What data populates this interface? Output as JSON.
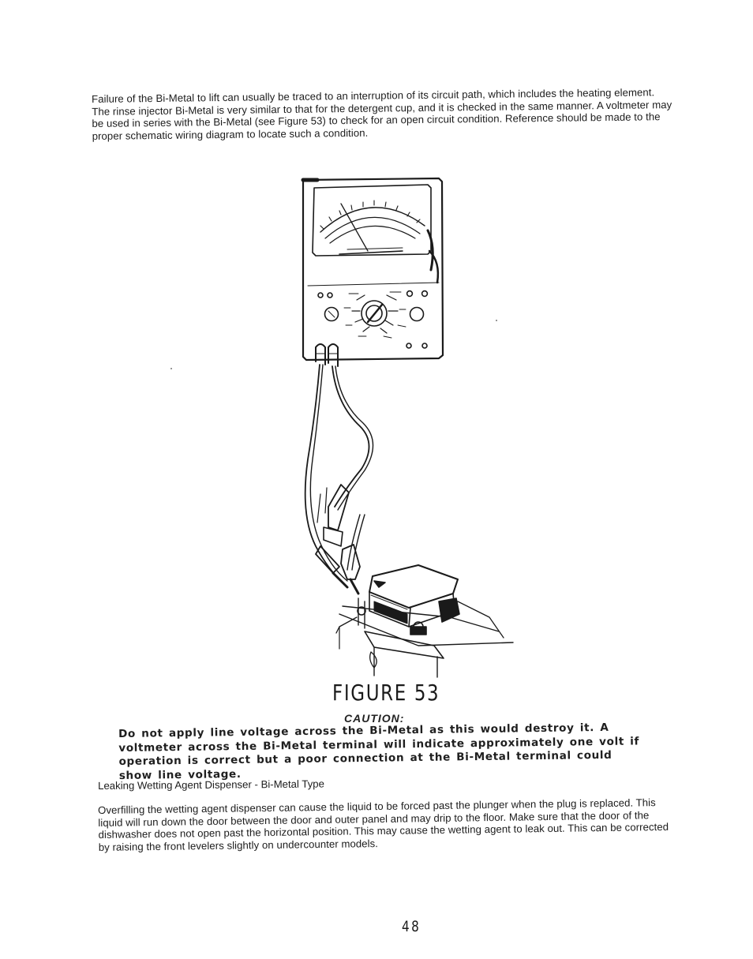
{
  "intro": {
    "text": "Failure of the Bi-Metal to lift can usually be traced to an interruption of its circuit path, which includes the heating element. The rinse injector Bi-Metal is very similar to that for the detergent cup, and it is checked in the same manner. A voltmeter may be used in series with the Bi-Metal (see Figure 53) to check for an open circuit condition. Reference should be made to the proper schematic wiring diagram to locate such a condition."
  },
  "figure": {
    "caption": "FIGURE 53"
  },
  "caution": {
    "heading": "CAUTION:",
    "text": "Do not apply line voltage across the Bi-Metal as this would destroy it. A voltmeter across the Bi-Metal terminal will indicate approximately one volt if operation is correct but a poor connection at the Bi-Metal terminal could show line voltage."
  },
  "leaking_section": {
    "heading": "Leaking Wetting Agent Dispenser - Bi-Metal Type",
    "text": "Overfilling the wetting agent dispenser can cause the liquid to be forced past the plunger when the plug is replaced. This liquid will run down the door between the door and outer panel and may drip to the floor. Make sure that the door of the dishwasher does not open past the horizontal position. This may cause the wetting agent to leak out. This can be corrected by raising the front levelers slightly on undercounter models."
  },
  "page": {
    "number": "48"
  }
}
